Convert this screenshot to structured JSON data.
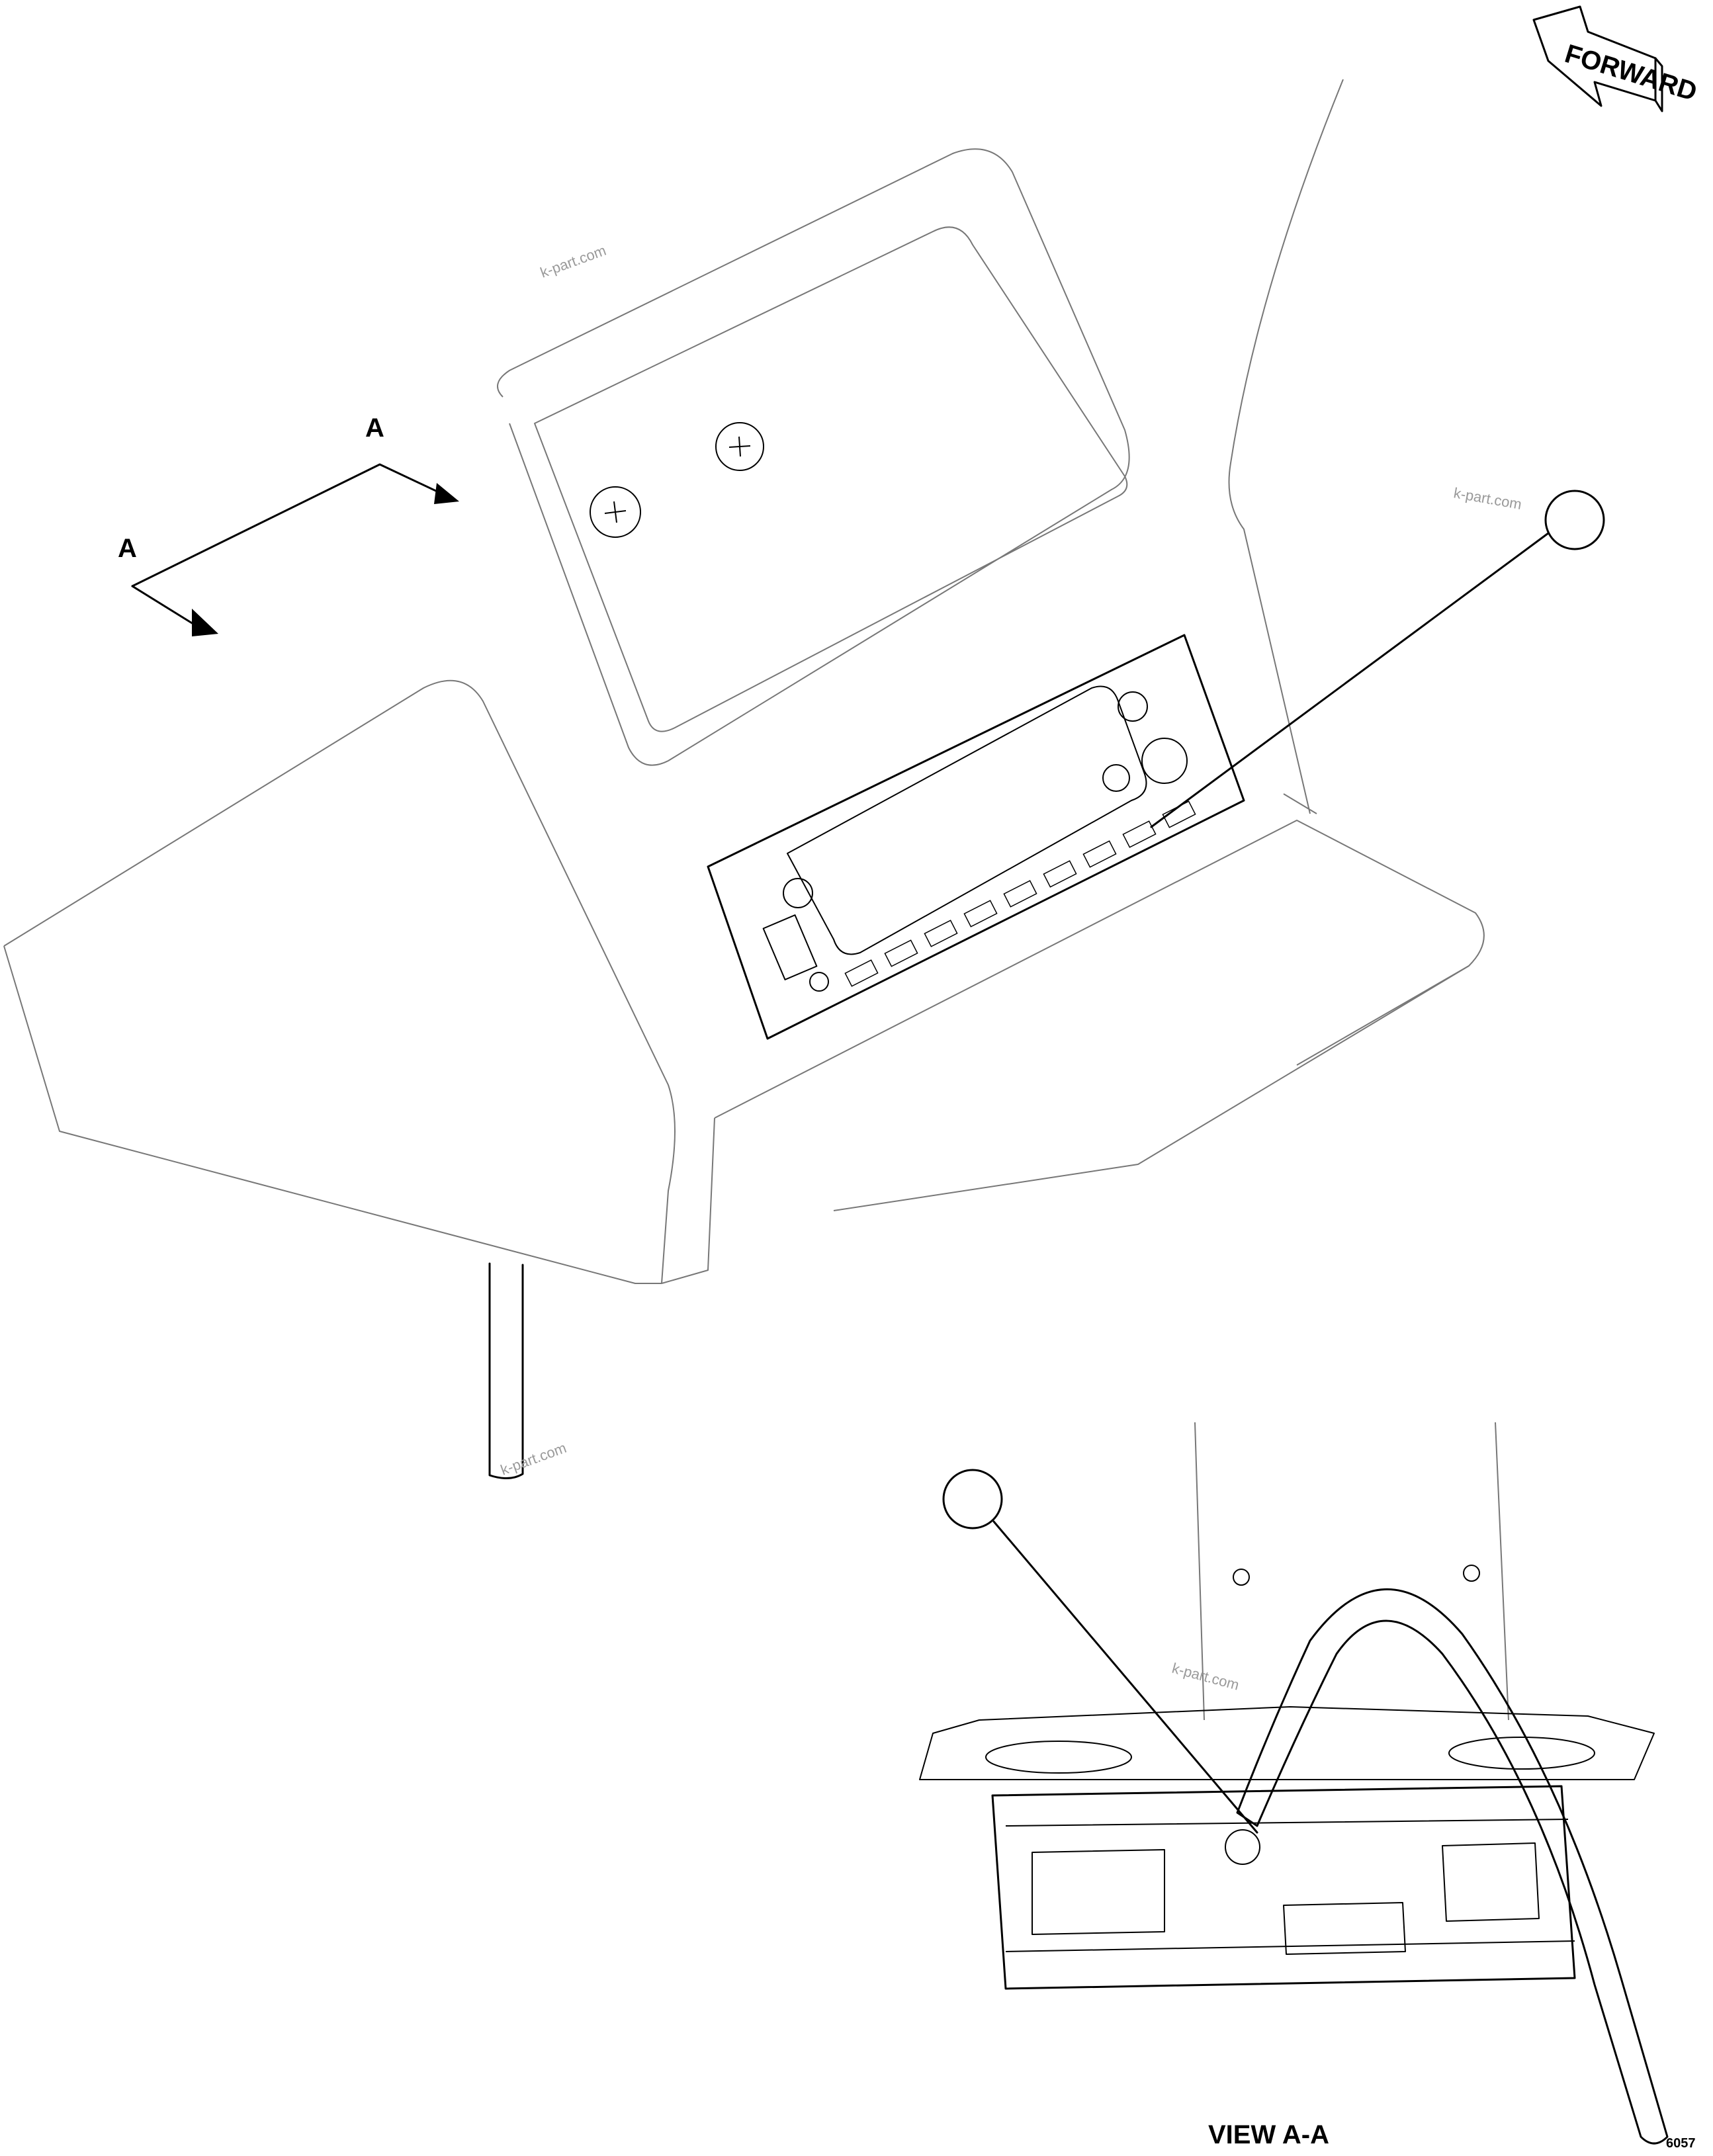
{
  "forward_label": "FORWARD",
  "section_marker_left": "A",
  "section_marker_right": "A",
  "view_label": "VIEW A-A",
  "drawing_number": "6057",
  "watermarks": [
    "k-part.com",
    "k-part.com",
    "k-part.com",
    "k-part.com"
  ]
}
